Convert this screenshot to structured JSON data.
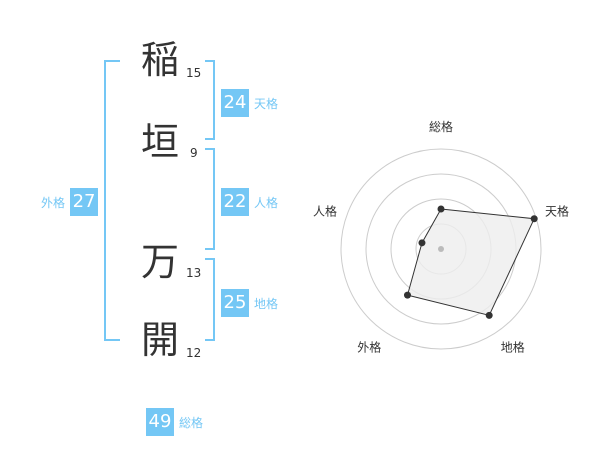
{
  "name": {
    "chars": [
      {
        "char": "稲",
        "strokes": "15"
      },
      {
        "char": "垣",
        "strokes": "9"
      },
      {
        "char": "万",
        "strokes": "13"
      },
      {
        "char": "開",
        "strokes": "12"
      }
    ]
  },
  "scores": {
    "tenkaku": {
      "value": "24",
      "label": "天格"
    },
    "jinkaku": {
      "value": "22",
      "label": "人格"
    },
    "chikaku": {
      "value": "25",
      "label": "地格"
    },
    "gaikaku": {
      "value": "27",
      "label": "外格"
    },
    "soukaku": {
      "value": "49",
      "label": "総格"
    }
  },
  "colors": {
    "accent": "#74c7f5",
    "text": "#333333",
    "radar_fill": "#eeeeee",
    "radar_ring": "#cccccc"
  },
  "chart_data": {
    "type": "radar",
    "axes": [
      "総格",
      "天格",
      "地格",
      "外格",
      "人格"
    ],
    "values": [
      0.4,
      0.98,
      0.82,
      0.57,
      0.2
    ],
    "range": [
      0,
      1
    ],
    "rings": 4
  }
}
